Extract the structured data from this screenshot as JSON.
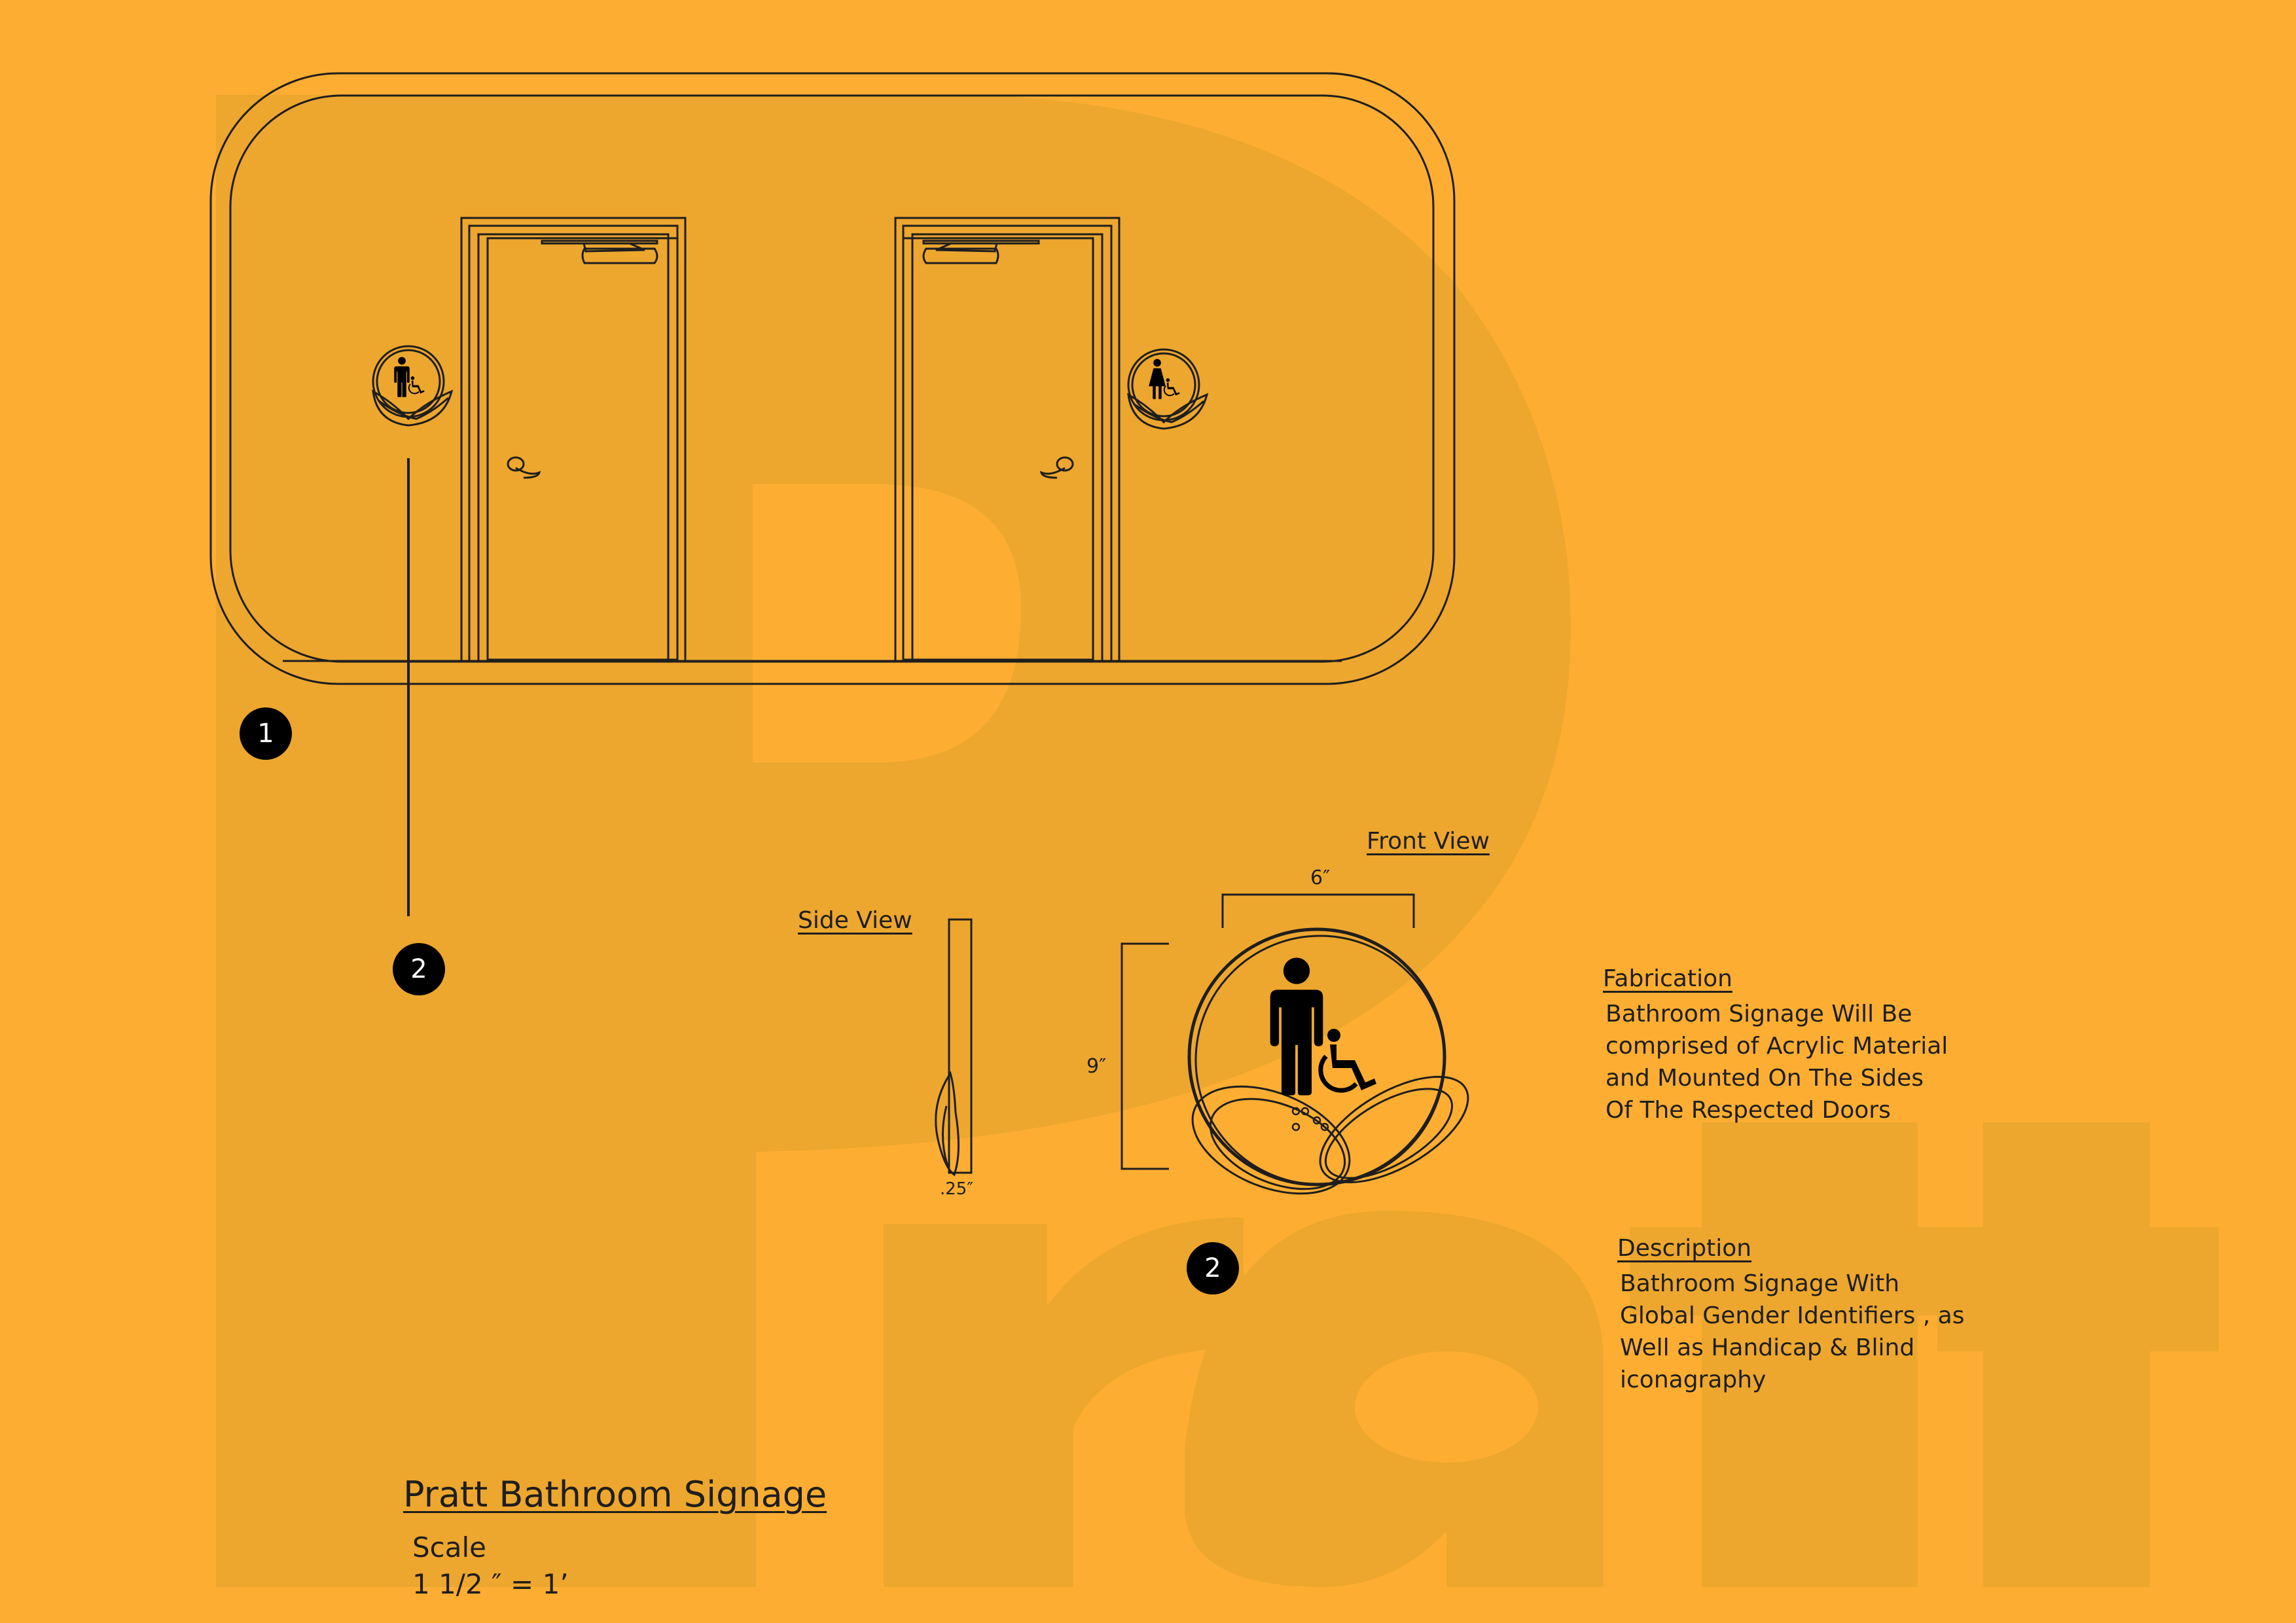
{
  "colors": {
    "background": "#FDAE32",
    "watermark": "#EDA72E",
    "line": "#1E1E1E",
    "callout": "#000000"
  },
  "watermark_text": "Pratt",
  "callouts": [
    "1",
    "2",
    "2"
  ],
  "front_view": {
    "label": "Front View",
    "width_dim": "6″",
    "height_dim": "9″"
  },
  "side_view": {
    "label": "Side View",
    "depth_dim": ".25″"
  },
  "fabrication": {
    "heading": "Fabrication",
    "lines": [
      "Bathroom Signage Will Be",
      "comprised of Acrylic Material",
      "and Mounted On The Sides",
      "Of The Respected Doors"
    ]
  },
  "description": {
    "heading": "Description",
    "lines": [
      "Bathroom Signage With",
      "Global Gender Identifiers , as",
      "Well as Handicap & Blind",
      "iconagraphy"
    ]
  },
  "title_block": {
    "title": "Pratt Bathroom Signage",
    "scale_label": "Scale",
    "scale_value": "1 1/2 ″ = 1’"
  }
}
